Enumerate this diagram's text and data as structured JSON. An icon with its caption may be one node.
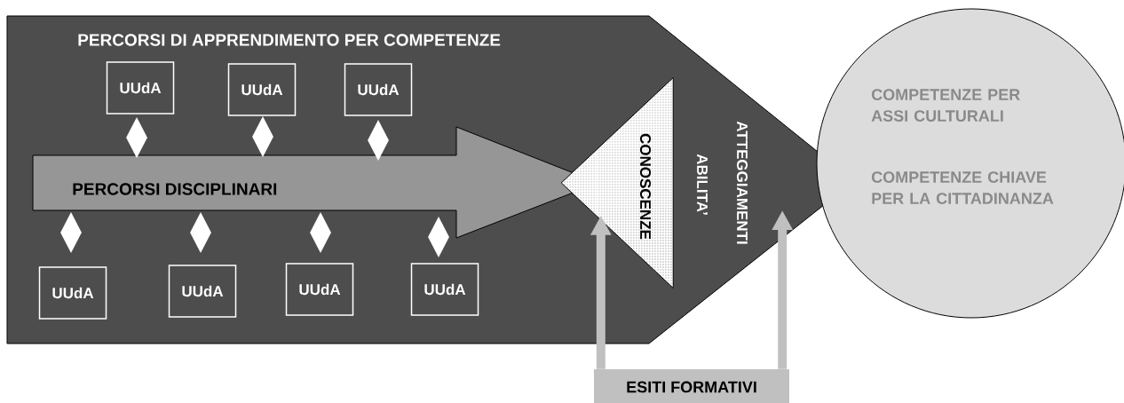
{
  "diagram": {
    "nodes": [
      {
        "text": [
          "PERCORSI DI APPRENDIMENTO PER COMPETENZE",
          "ABILITA’",
          "ATTEGGIAMENTI"
        ]
      },
      {
        "text": [
          "PERCORSI DISCIPLINARI"
        ],
        "in": 0
      },
      {
        "text": [
          "UUdA"
        ],
        "in": 0
      },
      {
        "text": [
          "UUdA"
        ],
        "in": 0
      },
      {
        "text": [
          "UUdA"
        ],
        "in": 0
      },
      {
        "text": [
          "UUdA"
        ],
        "in": 0
      },
      {
        "text": [
          "UUdA"
        ],
        "in": 0
      },
      {
        "text": [
          "UUdA"
        ],
        "in": 0
      },
      {
        "text": [
          "UUdA"
        ],
        "in": 0
      },
      {
        "text": [],
        "shape": "diamond",
        "in": 0
      },
      {
        "text": [],
        "shape": "diamond",
        "in": 0
      },
      {
        "text": [],
        "shape": "diamond",
        "in": 0
      },
      {
        "text": [],
        "shape": "diamond",
        "in": 0
      },
      {
        "text": [],
        "shape": "diamond",
        "in": 0
      },
      {
        "text": [],
        "shape": "diamond",
        "in": 0
      },
      {
        "text": [],
        "shape": "diamond",
        "in": 0
      },
      {
        "text": [
          "CONOSCENZE"
        ],
        "in": 0
      },
      {
        "text": [
          "COMPETENZE PER ASSI CULTURALI",
          "COMPETENZE CHIAVE PER LA CITTADINANZA"
        ]
      },
      {
        "text": [
          "ESITI FORMATIVI"
        ]
      }
    ],
    "edges": [
      {
        "from": 18,
        "to": 16,
        "arrow": "to"
      },
      {
        "from": 18,
        "to": 0,
        "arrow": "to"
      }
    ]
  }
}
